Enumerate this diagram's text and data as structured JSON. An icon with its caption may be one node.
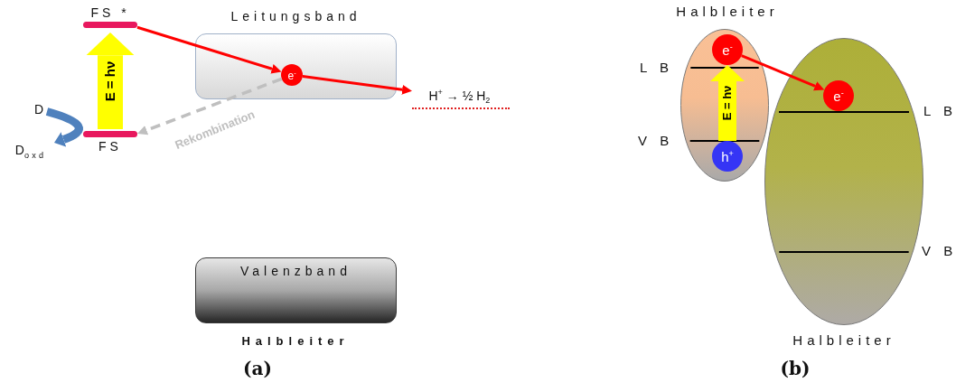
{
  "diagram": {
    "nodes": [
      {
        "text": [
          "FS *"
        ]
      },
      {
        "text": [
          "FS"
        ]
      },
      {
        "text": [
          "Leitungsband"
        ]
      },
      {
        "text": [
          "e$^{-}$"
        ],
        "in": 2
      },
      {
        "text": [
          "H$^{+}$ → ½ H$_{2}$"
        ]
      },
      {
        "text": [
          "D"
        ]
      },
      {
        "text": [
          "D$_{oxd}$"
        ]
      },
      {
        "text": [
          "Valenzband"
        ],
        "beside": [
          "Halbleiter"
        ]
      },
      {
        "text": [
          "Halbleiter"
        ],
        "beside": [
          "L B",
          "V B"
        ]
      },
      {
        "text": [
          "e$^{-}$"
        ],
        "in": 8
      },
      {
        "text": [
          "h$^{+}$"
        ],
        "in": 8
      },
      {
        "text": [
          "Halbleiter"
        ],
        "beside": [
          "L B",
          "V B"
        ]
      },
      {
        "text": [
          "e$^{-}$"
        ],
        "in": 11
      }
    ],
    "edges": [
      {
        "from": 1,
        "to": 0,
        "arrow": "to",
        "label": "E = hν",
        "style": "thick",
        "color": "#ffff00"
      },
      {
        "from": 0,
        "to": 3,
        "arrow": "to"
      },
      {
        "from": 3,
        "to": 4,
        "arrow": "to"
      },
      {
        "from": 3,
        "to": 1,
        "arrow": "to",
        "label": "Rekombination",
        "style": "dashed",
        "color": "#bfbfbf"
      },
      {
        "from": 5,
        "to": 6,
        "arrow": "to",
        "style": "thick",
        "color": "#4f81bd"
      },
      {
        "from": 10,
        "to": 9,
        "arrow": "to",
        "label": "E = hν",
        "style": "thick",
        "color": "#ffff00"
      },
      {
        "from": 9,
        "to": 12,
        "arrow": "to"
      }
    ],
    "labels": [
      "(a)",
      "(b)"
    ]
  }
}
